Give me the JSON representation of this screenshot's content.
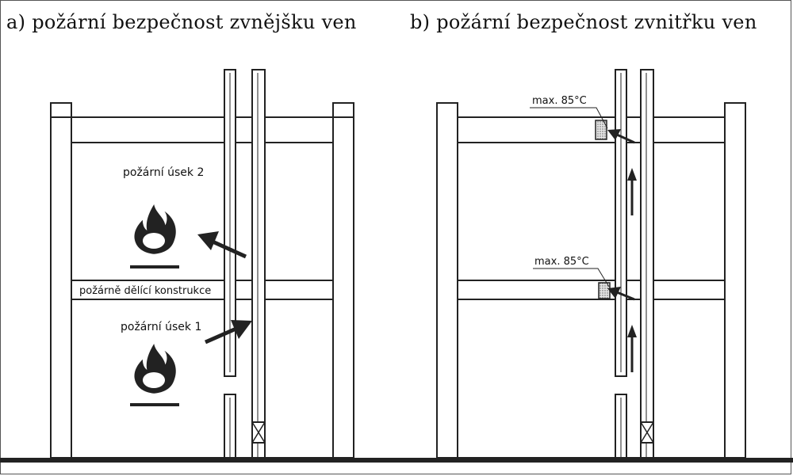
{
  "panel_a": {
    "title": "a) požární bezpečnost zvnějšku ven",
    "fire_section_2": "požární úsek 2",
    "fire_section_1": "požární úsek 1",
    "fire_separating_construction": "požárně dělící konstrukce"
  },
  "panel_b": {
    "title": "b) požární bezpečnost zvnitřku ven",
    "temp_label_upper": "max. 85°C",
    "temp_label_lower": "max. 85°C"
  },
  "icons": [
    "fire-icon",
    "arrow-icon"
  ]
}
